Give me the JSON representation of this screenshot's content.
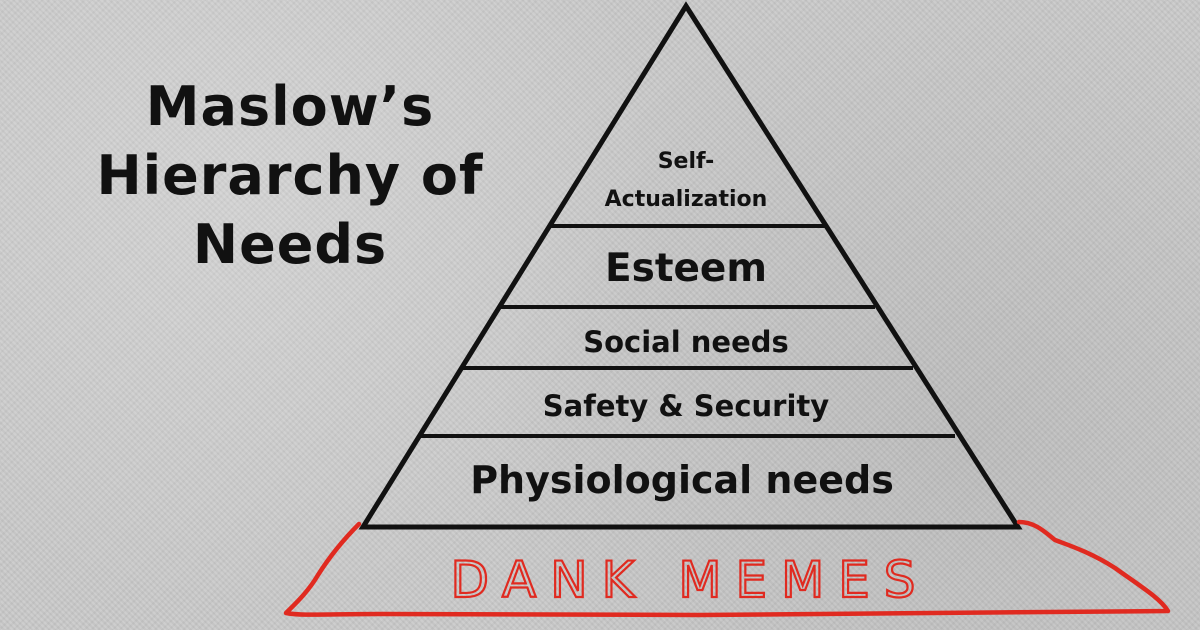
{
  "title": {
    "line1": "Maslow’s",
    "line2": "Hierarchy of",
    "line3": "Needs"
  },
  "pyramid": {
    "tiers": [
      {
        "line1": "Self-",
        "line2": "Actualization"
      },
      {
        "label": "Esteem"
      },
      {
        "label": "Social needs"
      },
      {
        "label": "Safety & Security"
      },
      {
        "label": "Physiological needs"
      }
    ],
    "base": {
      "label": "DANK MEMES"
    }
  },
  "colors": {
    "ink": "#111111",
    "marker_red": "#e02a20",
    "background": "#c9c9c9"
  }
}
